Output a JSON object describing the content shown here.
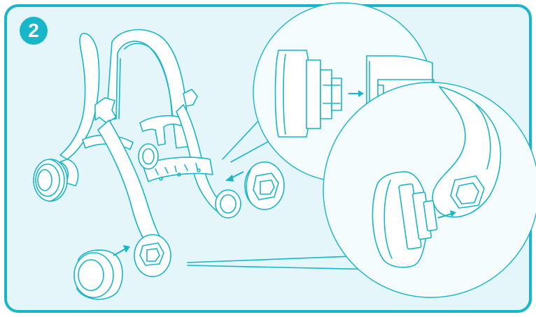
{
  "step": {
    "number": "2"
  },
  "colors": {
    "accent": "#17b6c8",
    "panel_background": "#e4f6fa",
    "line_art": "#17b6c8"
  },
  "illustration": {
    "subject": "stroller-frame",
    "callouts": [
      "upper-magnifier",
      "lower-magnifier"
    ],
    "wheels_to_attach": 2
  }
}
